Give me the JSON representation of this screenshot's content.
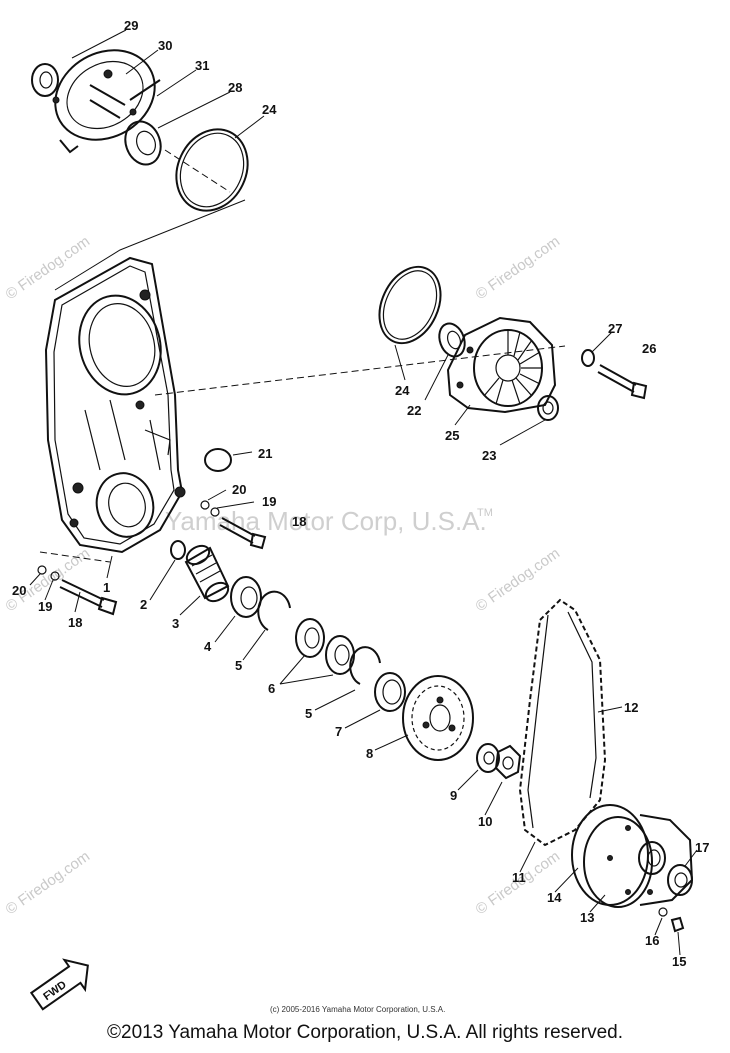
{
  "watermarks": {
    "repeated": "© Firedog.com",
    "brand": "Yamaha Motor Corp, U.S.A.",
    "trademark": "TM"
  },
  "small_copyright": "(c) 2005-2016 Yamaha Motor Corporation, U.S.A.",
  "footer_copyright": "©2013 Yamaha Motor Corporation, U.S.A. All rights reserved.",
  "fwd_label": "FWD",
  "callouts": [
    {
      "id": "c29",
      "label": "29"
    },
    {
      "id": "c30",
      "label": "30"
    },
    {
      "id": "c31",
      "label": "31"
    },
    {
      "id": "c28",
      "label": "28"
    },
    {
      "id": "c24a",
      "label": "24"
    },
    {
      "id": "c24b",
      "label": "24"
    },
    {
      "id": "c22",
      "label": "22"
    },
    {
      "id": "c25",
      "label": "25"
    },
    {
      "id": "c23",
      "label": "23"
    },
    {
      "id": "c27",
      "label": "27"
    },
    {
      "id": "c26",
      "label": "26"
    },
    {
      "id": "c21",
      "label": "21"
    },
    {
      "id": "c20a",
      "label": "20"
    },
    {
      "id": "c19a",
      "label": "19"
    },
    {
      "id": "c18a",
      "label": "18"
    },
    {
      "id": "c1",
      "label": "1"
    },
    {
      "id": "c20b",
      "label": "20"
    },
    {
      "id": "c19b",
      "label": "19"
    },
    {
      "id": "c18b",
      "label": "18"
    },
    {
      "id": "c2",
      "label": "2"
    },
    {
      "id": "c3",
      "label": "3"
    },
    {
      "id": "c4",
      "label": "4"
    },
    {
      "id": "c5a",
      "label": "5"
    },
    {
      "id": "c6",
      "label": "6"
    },
    {
      "id": "c5b",
      "label": "5"
    },
    {
      "id": "c7",
      "label": "7"
    },
    {
      "id": "c8",
      "label": "8"
    },
    {
      "id": "c9",
      "label": "9"
    },
    {
      "id": "c10",
      "label": "10"
    },
    {
      "id": "c11",
      "label": "11"
    },
    {
      "id": "c12",
      "label": "12"
    },
    {
      "id": "c14",
      "label": "14"
    },
    {
      "id": "c13",
      "label": "13"
    },
    {
      "id": "c17",
      "label": "17"
    },
    {
      "id": "c16",
      "label": "16"
    },
    {
      "id": "c15",
      "label": "15"
    }
  ]
}
